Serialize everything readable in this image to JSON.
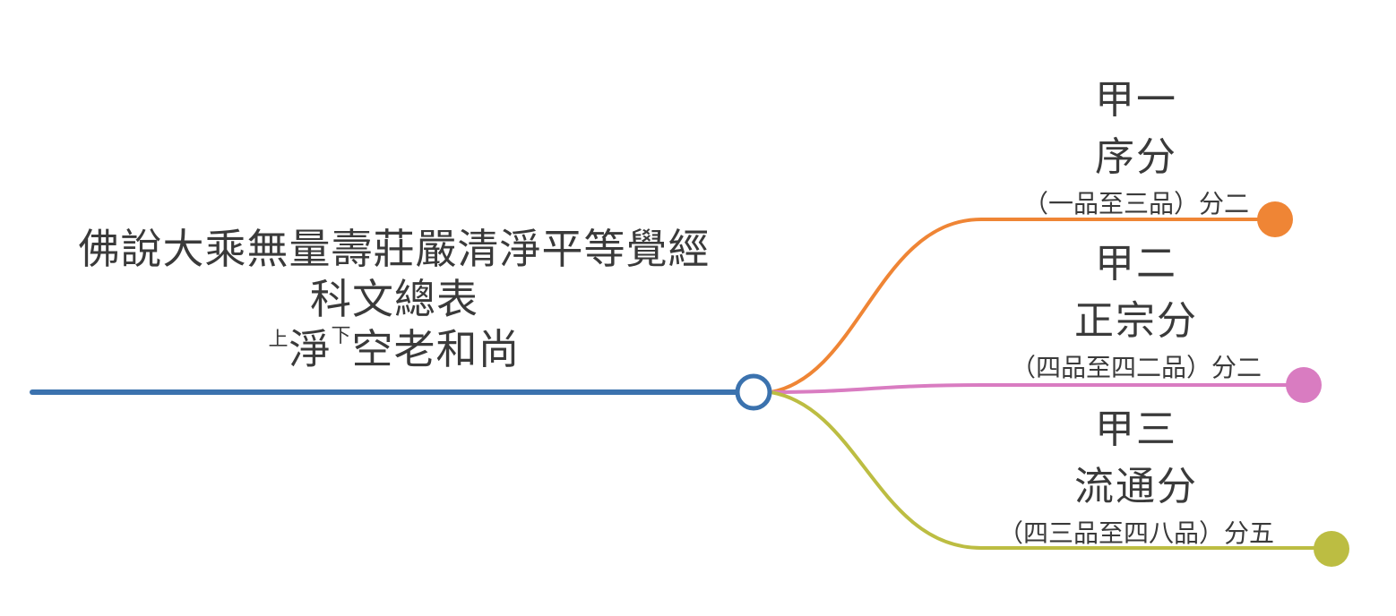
{
  "root": {
    "title_line1": "佛說大乘無量壽莊嚴清淨平等覺經",
    "title_line2": "科文總表",
    "author_honor_up": "上",
    "author_char1": "淨",
    "author_honor_down": "下",
    "author_rest": "空老和尚",
    "line_color": "#3b72ae",
    "node_color": "#3b72ae"
  },
  "branches": [
    {
      "title_a": "甲一",
      "title_b": "序分",
      "sub": "（一品至三品）分二",
      "color": "#ef8535"
    },
    {
      "title_a": "甲二",
      "title_b": "正宗分",
      "sub": "（四品至四二品）分二",
      "color": "#d97cc1"
    },
    {
      "title_a": "甲三",
      "title_b": "流通分",
      "sub": "（四三品至四八品）分五",
      "color": "#bcbd42"
    }
  ]
}
